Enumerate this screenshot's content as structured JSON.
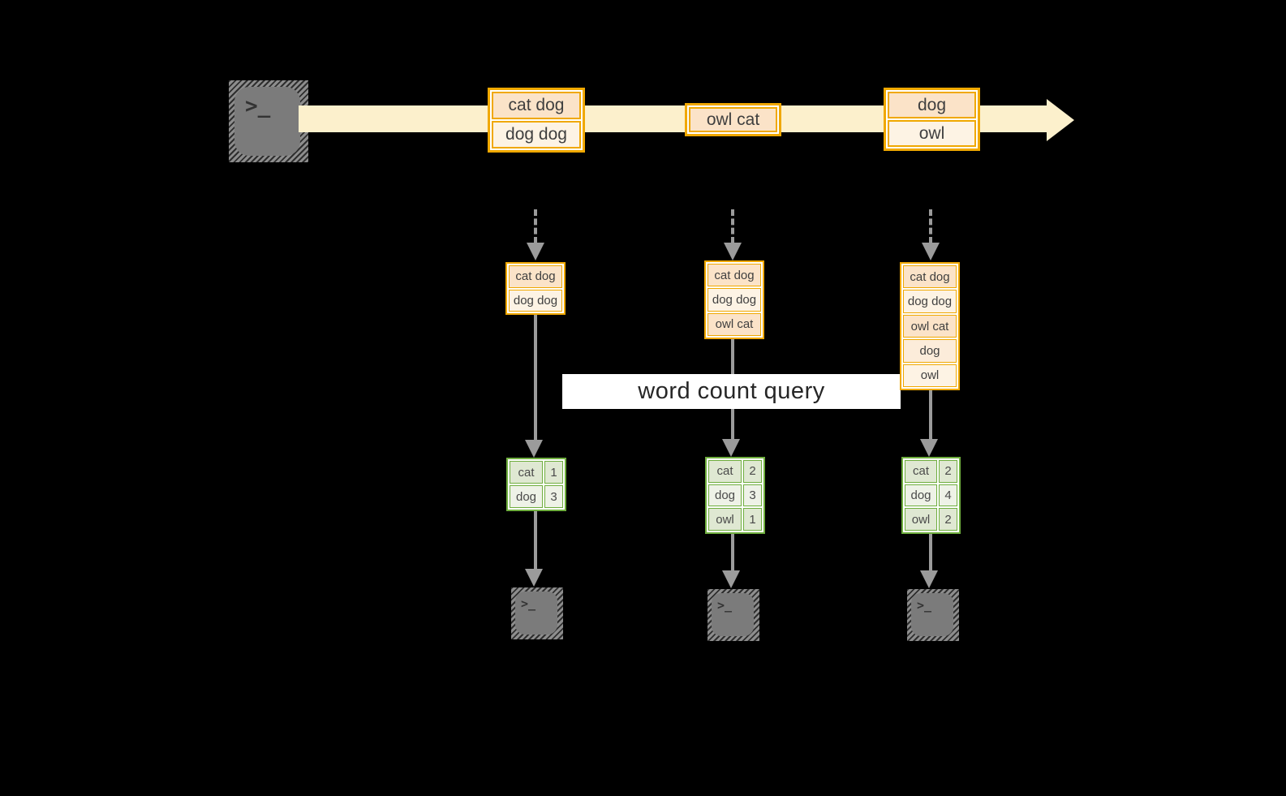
{
  "colors": {
    "orange": "#f0a800",
    "peach": "#fbe3c8",
    "cream": "#fdf3e4",
    "creammid": "#fcecda",
    "band": "#fcf0cc",
    "green": "#6fae3e",
    "gdark": "#dfe8d2",
    "glight": "#eef2e7",
    "gray": "#9b9b9b",
    "termgray": "#7b7b7b",
    "ink": "#3f3f3f",
    "labelbg": "#ffffff",
    "labelink": "#262626"
  },
  "source": {
    "terminal_glyph": ">_"
  },
  "label": {
    "text": "word count query"
  },
  "timeline": {
    "batches": [
      {
        "rows": [
          {
            "text": "cat dog"
          },
          {
            "text": "dog dog"
          }
        ]
      },
      {
        "rows": [
          {
            "text": "owl cat"
          }
        ]
      },
      {
        "rows": [
          {
            "text": "dog"
          },
          {
            "text": "owl"
          }
        ]
      }
    ]
  },
  "stacks": [
    {
      "rows": [
        "cat dog",
        "dog dog"
      ]
    },
    {
      "rows": [
        "cat dog",
        "dog dog",
        "owl cat"
      ]
    },
    {
      "rows": [
        "cat dog",
        "dog dog",
        "owl cat",
        "dog",
        "owl"
      ]
    }
  ],
  "tables": [
    {
      "rows": [
        {
          "word": "cat",
          "count": "1"
        },
        {
          "word": "dog",
          "count": "3"
        }
      ]
    },
    {
      "rows": [
        {
          "word": "cat",
          "count": "2"
        },
        {
          "word": "dog",
          "count": "3"
        },
        {
          "word": "owl",
          "count": "1"
        }
      ]
    },
    {
      "rows": [
        {
          "word": "cat",
          "count": "2"
        },
        {
          "word": "dog",
          "count": "4"
        },
        {
          "word": "owl",
          "count": "2"
        }
      ]
    }
  ],
  "sinks": [
    {
      "glyph": ">_"
    },
    {
      "glyph": ">_"
    },
    {
      "glyph": ">_"
    }
  ]
}
